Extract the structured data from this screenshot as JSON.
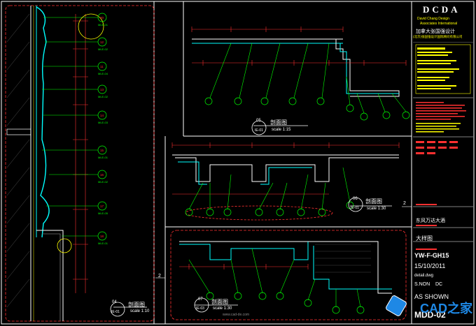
{
  "title_block": {
    "firm_logo": "DCDA",
    "firm_name_en_1": "David Chang Design",
    "firm_name_en_2": "Associates International",
    "firm_name_cn_1": "加拿大张国强设计",
    "firm_name_cn_2": "(北京)张国强设计国际顾问有限公司",
    "project_name": "东风万达大酒",
    "drawing_title": "大样图",
    "drawing_no": "YW-F-GH15",
    "date": "15/10/2011",
    "file": "detail.dwg",
    "drawn": "S.NON",
    "checked": "DC",
    "scale": "AS SHOWN",
    "sheet_no": "MDD-02"
  },
  "sections": [
    {
      "num": "04",
      "title": "剖面图",
      "ref": "IE-01",
      "scale": "scale 1:10"
    },
    {
      "num": "05",
      "title": "剖面图",
      "ref": "IE-01",
      "scale": "scale 1:15"
    },
    {
      "num": "06",
      "title": "剖面图",
      "ref": "IE-01",
      "scale": "scale 1:30"
    },
    {
      "num": "07",
      "title": "剖面图",
      "ref": "IE-03",
      "scale": "scale 1:30"
    }
  ],
  "side_marks": [
    "2",
    "2"
  ],
  "watermark": {
    "text": "CAD之家",
    "url": "www.cad-de.com"
  },
  "colors": {
    "frame": "#ffffff",
    "dim": "#ff3030",
    "leader": "#00ff00",
    "yellow": "#ffff00",
    "cyan": "#00ffff",
    "tag": "#ff3030"
  }
}
